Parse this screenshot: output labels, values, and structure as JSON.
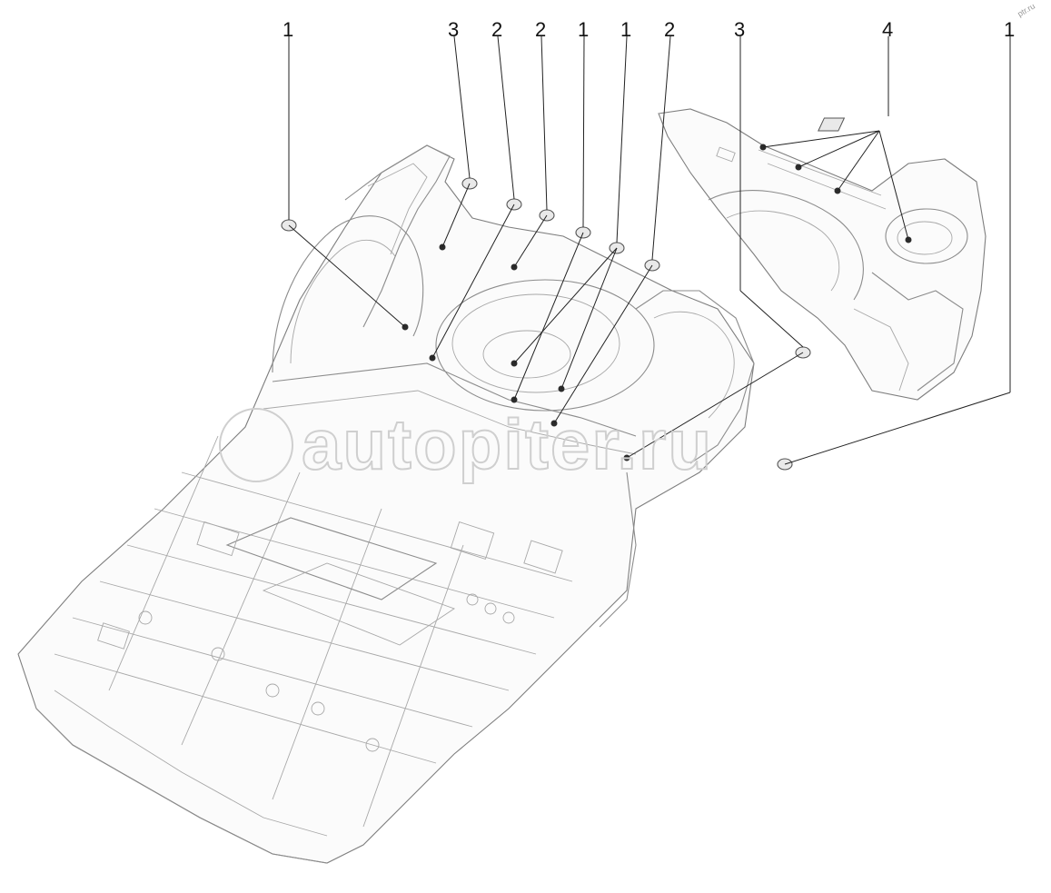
{
  "diagram": {
    "callouts": [
      {
        "id": "c1",
        "label": "1"
      },
      {
        "id": "c2",
        "label": "3"
      },
      {
        "id": "c3",
        "label": "2"
      },
      {
        "id": "c4",
        "label": "2"
      },
      {
        "id": "c5",
        "label": "1"
      },
      {
        "id": "c6",
        "label": "1"
      },
      {
        "id": "c7",
        "label": "2"
      },
      {
        "id": "c8",
        "label": "3"
      },
      {
        "id": "c9",
        "label": "4"
      },
      {
        "id": "c10",
        "label": "1"
      }
    ],
    "watermark": "autopiter.ru",
    "corner_mark": "ptr.ru"
  },
  "colors": {
    "line": "#8c8c8c",
    "leader": "#222222",
    "watermark": "#cfcfcf"
  }
}
